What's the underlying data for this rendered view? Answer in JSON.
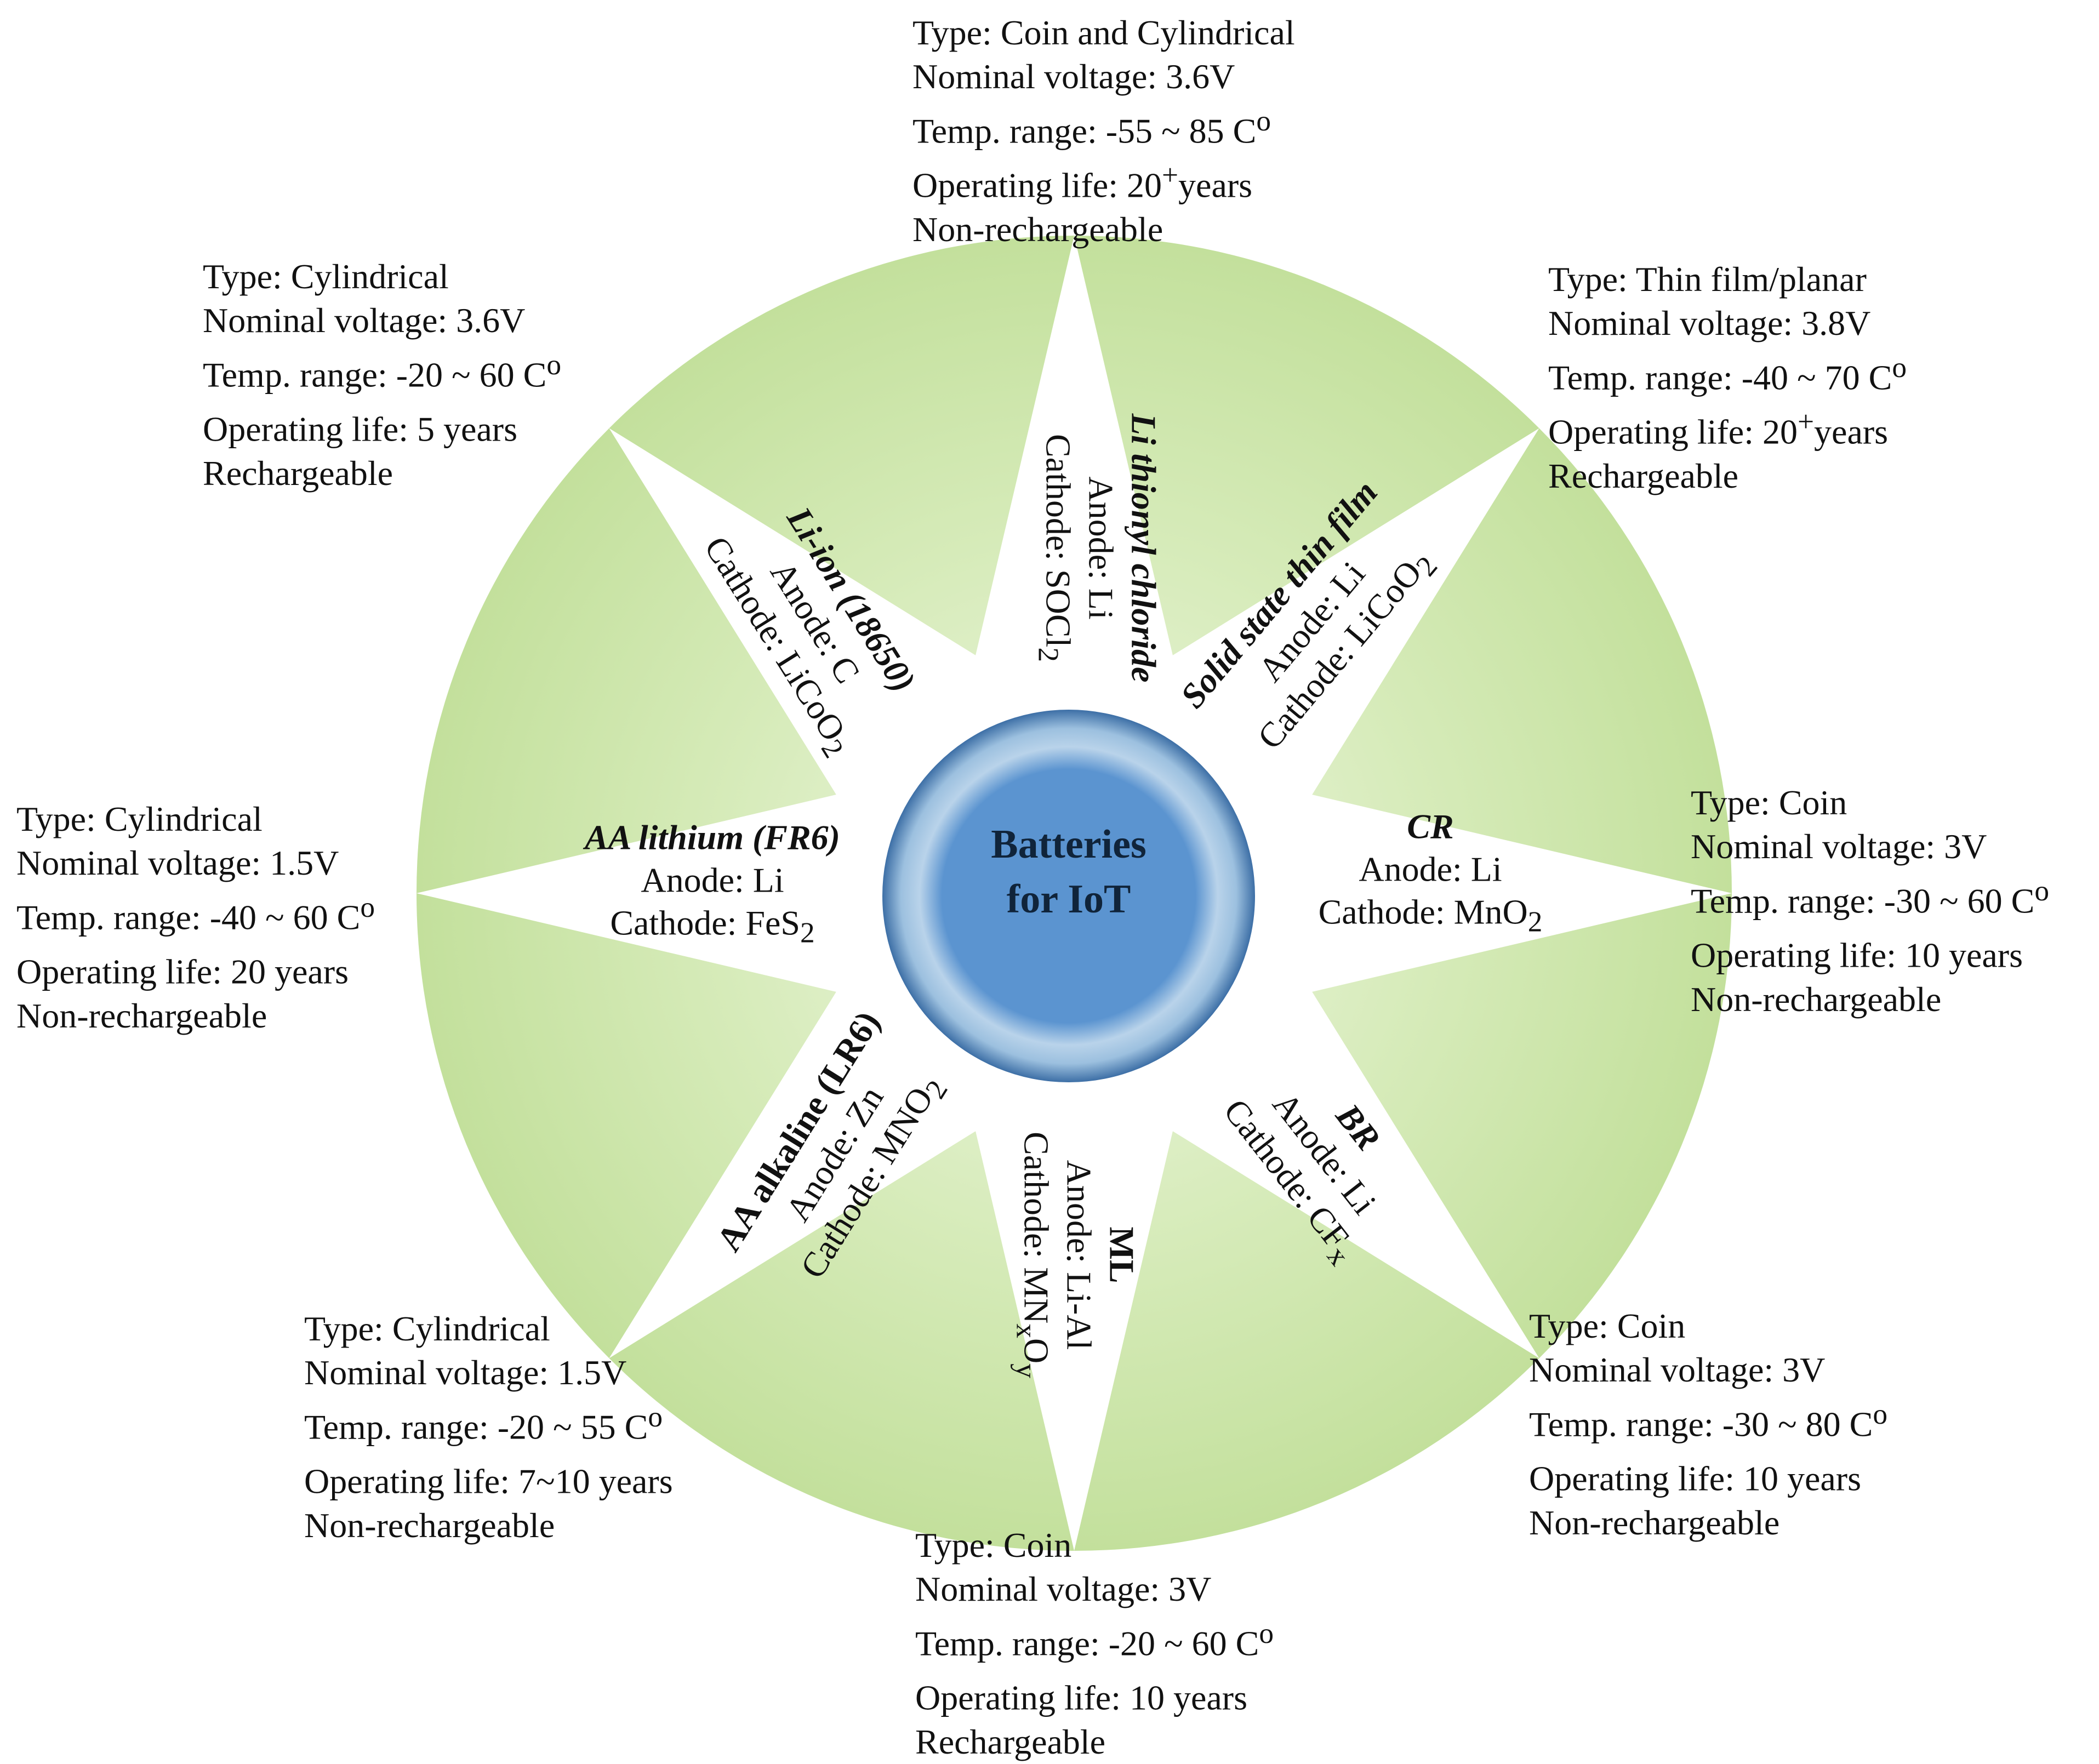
{
  "center": {
    "line1": "Batteries",
    "line2": "for IoT"
  },
  "colors": {
    "ring": "#c9e4a4",
    "star": "#ffffff",
    "hub_outer": "#9cc0df",
    "hub_inner": "#5a93cf"
  },
  "batteries": [
    {
      "name": "Li thionyl chloride",
      "italic": true,
      "anode": "Anode: Li",
      "cathode_prefix": "Cathode: SOCl",
      "cathode_sub": "2",
      "spec": {
        "type": "Type: Coin and Cylindrical",
        "voltage": "Nominal voltage: 3.6V",
        "temp": "Temp. range: -55 ~ 85 C",
        "temp_sup": "o",
        "life": "Operating life:  20",
        "life_sup": "+",
        "life_tail": "years",
        "recharge": "Non-rechargeable"
      }
    },
    {
      "name": "Solid state thin film",
      "italic": true,
      "anode": "Anode: Li",
      "cathode_prefix": "Cathode: LiCoO",
      "cathode_sub": "2",
      "spec": {
        "type": "Type: Thin film/planar",
        "voltage": "Nominal voltage: 3.8V",
        "temp": "Temp. range: -40 ~ 70 C",
        "temp_sup": "o",
        "life": "Operating life:  20",
        "life_sup": "+",
        "life_tail": "years",
        "recharge": "Rechargeable"
      }
    },
    {
      "name": "CR",
      "italic": true,
      "anode": "Anode: Li",
      "cathode_prefix": "Cathode: MnO",
      "cathode_sub": "2",
      "spec": {
        "type": "Type: Coin",
        "voltage": "Nominal voltage: 3V",
        "temp": "Temp. range: -30 ~ 60 C",
        "temp_sup": "o",
        "life": "Operating life: 10 years",
        "life_sup": "",
        "life_tail": "",
        "recharge": "Non-rechargeable"
      }
    },
    {
      "name": "BR",
      "italic": true,
      "anode": "Anode: Li",
      "cathode_prefix": "Cathode: CF",
      "cathode_sub": "x",
      "spec": {
        "type": "Type: Coin",
        "voltage": "Nominal voltage: 3V",
        "temp": "Temp. range: -30 ~ 80 C",
        "temp_sup": "o",
        "life": "Operating life: 10 years",
        "life_sup": "",
        "life_tail": "",
        "recharge": "Non-rechargeable"
      }
    },
    {
      "name": "ML",
      "italic": false,
      "anode": "Anode: Li-Al",
      "cathode_prefix": "Cathode: MN",
      "cathode_sub": "x",
      "cathode_mid": "O",
      "cathode_sub2": "y",
      "spec": {
        "type": "Type: Coin",
        "voltage": "Nominal voltage: 3V",
        "temp": "Temp. range: -20 ~ 60 C",
        "temp_sup": "o",
        "life": "Operating life: 10 years",
        "life_sup": "",
        "life_tail": "",
        "recharge": "Rechargeable"
      }
    },
    {
      "name": "AA alkaline (LR6)",
      "italic": false,
      "anode": "Anode: Zn",
      "cathode_prefix": "Cathode: MNO",
      "cathode_sub": "2",
      "spec": {
        "type": "Type: Cylindrical",
        "voltage": "Nominal voltage: 1.5V",
        "temp": "Temp. range: -20 ~ 55 C",
        "temp_sup": "o",
        "life": "Operating life: 7~10 years",
        "life_sup": "",
        "life_tail": "",
        "recharge": "Non-rechargeable"
      }
    },
    {
      "name": "AA lithium (FR6)",
      "italic": true,
      "anode": "Anode: Li",
      "cathode_prefix": "Cathode: FeS",
      "cathode_sub": "2",
      "spec": {
        "type": "Type: Cylindrical",
        "voltage": "Nominal voltage: 1.5V",
        "temp": "Temp. range: -40 ~ 60 C",
        "temp_sup": "o",
        "life": "Operating life: 20 years",
        "life_sup": "",
        "life_tail": "",
        "recharge": "Non-rechargeable"
      }
    },
    {
      "name": "Li-ion (18650)",
      "italic": true,
      "anode": "Anode: C",
      "cathode_prefix": "Cathode: LiCoO",
      "cathode_sub": "2",
      "spec": {
        "type": "Type: Cylindrical",
        "voltage": "Nominal voltage: 3.6V",
        "temp": "Temp. range: -20 ~ 60 C",
        "temp_sup": "o",
        "life": "Operating life: 5 years",
        "life_sup": "",
        "life_tail": "",
        "recharge": "Rechargeable"
      }
    }
  ]
}
